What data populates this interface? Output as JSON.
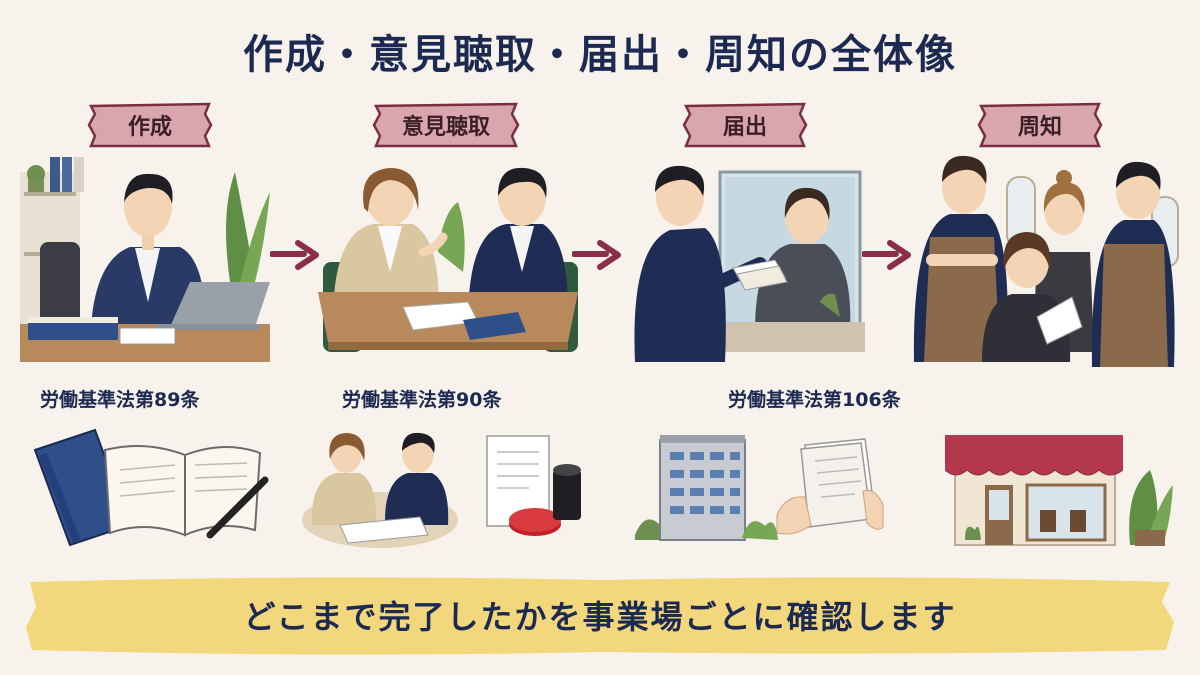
{
  "title": "作成・意見聴取・届出・周知の全体像",
  "stages": [
    {
      "label": "作成",
      "law": "労働基準法第89条"
    },
    {
      "label": "意見聴取",
      "law": "労働基準法第90条"
    },
    {
      "label": "届出",
      "law": "労働基準法第106条"
    },
    {
      "label": "周知",
      "law": ""
    }
  ],
  "banner": "どこまで完了したかを事業場ごとに確認します",
  "colors": {
    "title": "#1c2a52",
    "label_bg": "#d9a6ad",
    "label_border": "#7a2e42",
    "arrow": "#8b2e4a",
    "banner": "#f3d77d",
    "navy": "#2a3a66"
  },
  "icons": [
    "person-at-laptop",
    "two-people-meeting",
    "window-submission",
    "salon-staff",
    "binder-and-book",
    "signing-meeting",
    "document-and-stamp",
    "office-building",
    "paper-in-hands",
    "salon-storefront"
  ]
}
